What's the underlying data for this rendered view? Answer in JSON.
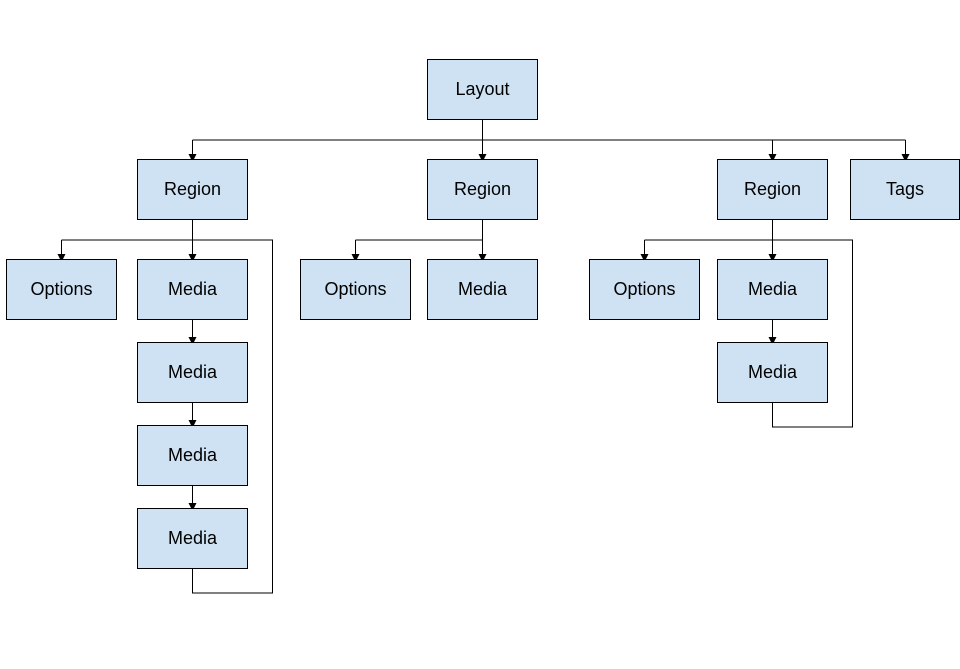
{
  "diagram": {
    "colors": {
      "node_fill": "#cfe2f3",
      "node_border": "#000000",
      "line": "#000000"
    },
    "root": {
      "label": "Layout"
    },
    "regions": [
      {
        "label": "Region",
        "options": {
          "label": "Options"
        },
        "media": [
          {
            "label": "Media"
          },
          {
            "label": "Media"
          },
          {
            "label": "Media"
          },
          {
            "label": "Media"
          }
        ]
      },
      {
        "label": "Region",
        "options": {
          "label": "Options"
        },
        "media": [
          {
            "label": "Media"
          }
        ]
      },
      {
        "label": "Region",
        "options": {
          "label": "Options"
        },
        "media": [
          {
            "label": "Media"
          },
          {
            "label": "Media"
          }
        ]
      }
    ],
    "tags": {
      "label": "Tags"
    }
  }
}
